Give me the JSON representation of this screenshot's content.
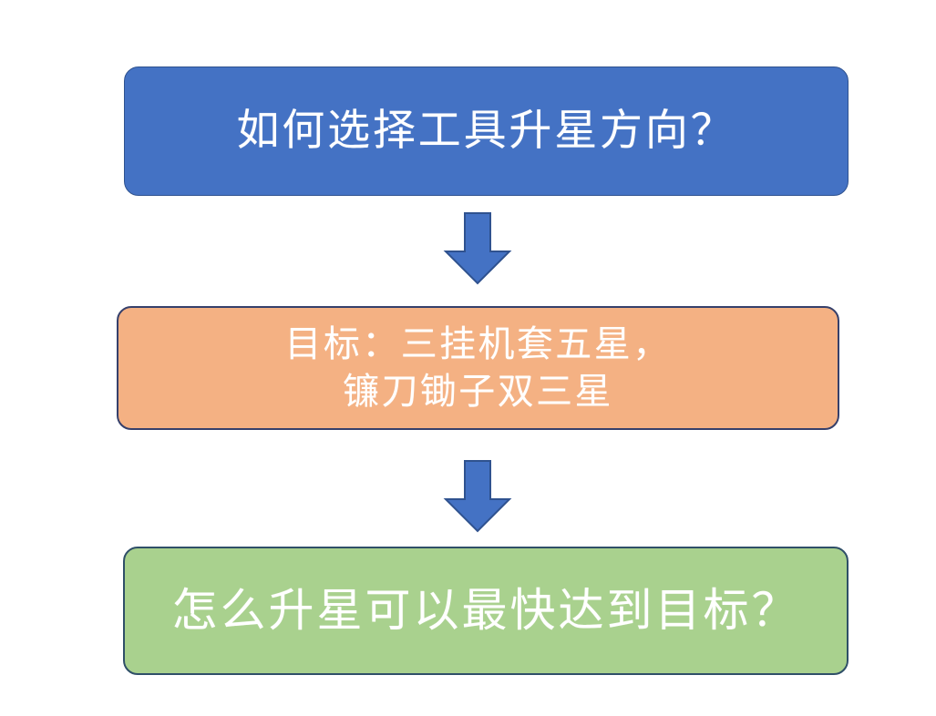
{
  "diagram": {
    "title": "tool-star-upgrade-flowchart",
    "background_color": "#ffffff",
    "nodes": [
      {
        "id": "question-direction",
        "text": "如何选择工具升星方向？",
        "fill_color": "#4472C4",
        "border_color": "#2F528F",
        "text_color": "#FFFFFF"
      },
      {
        "id": "goal",
        "text": "目标：三挂机套五星，\n镰刀锄子双三星",
        "fill_color": "#F4B183",
        "border_color": "#36406B",
        "text_color": "#FFFFFF"
      },
      {
        "id": "question-fastest",
        "text": "怎么升星可以最快达到目标？",
        "fill_color": "#A9D18E",
        "border_color": "#2F4F68",
        "text_color": "#FFFFFF"
      }
    ],
    "connectors": [
      {
        "id": "arrow-one",
        "icon": "arrow-down-icon",
        "from": "question-direction",
        "to": "goal",
        "fill_color": "#4472C4",
        "border_color": "#2F528F"
      },
      {
        "id": "arrow-two",
        "icon": "arrow-down-icon",
        "from": "goal",
        "to": "question-fastest",
        "fill_color": "#4472C4",
        "border_color": "#2F528F"
      }
    ]
  }
}
